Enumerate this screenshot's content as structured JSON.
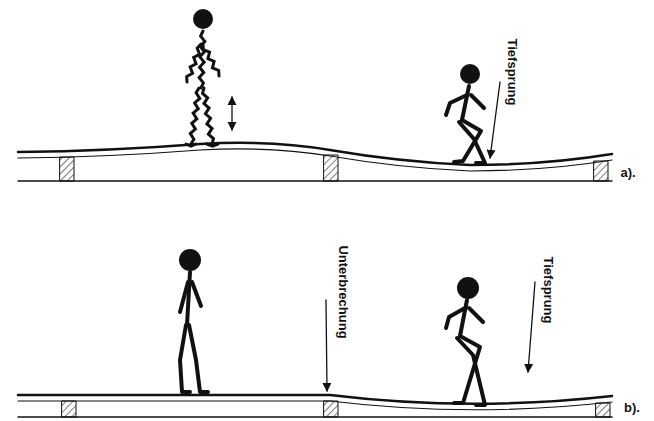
{
  "diagram": {
    "labels": [
      "Tiefsprung",
      "a).",
      "Unterbrechung",
      "Tiefsprung",
      "b)."
    ]
  }
}
